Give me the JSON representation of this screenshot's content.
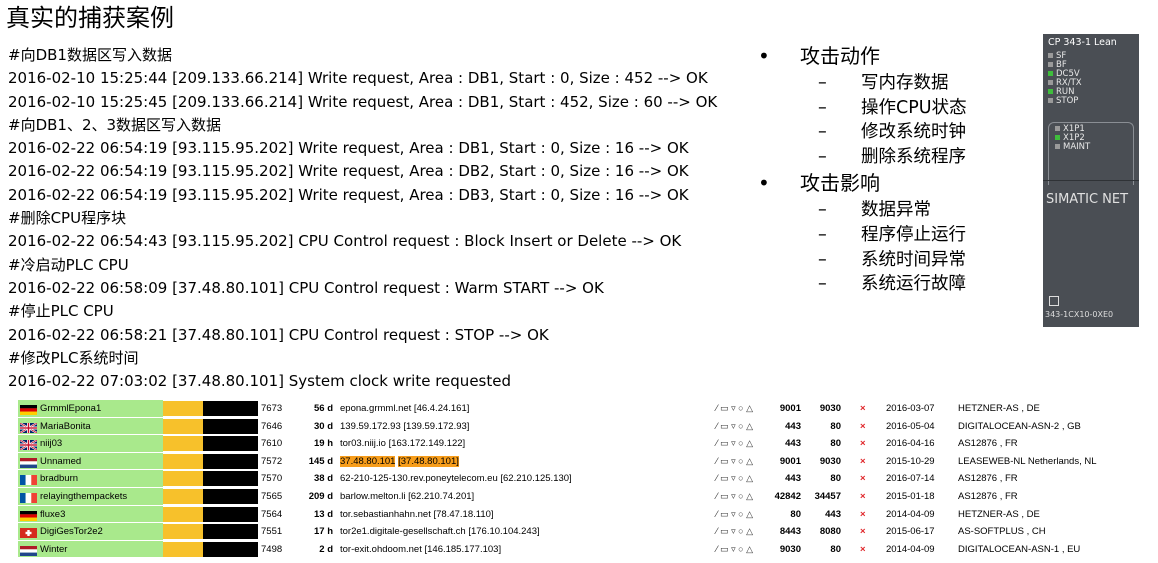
{
  "title": "真实的捕获案例",
  "log_lines": [
    "#向DB1数据区写入数据",
    "2016-02-10 15:25:44 [209.133.66.214] Write request, Area : DB1, Start : 0, Size : 452 --> OK",
    "2016-02-10 15:25:45 [209.133.66.214] Write request, Area : DB1, Start : 452, Size : 60 --> OK",
    "#向DB1、2、3数据区写入数据",
    "2016-02-22 06:54:19 [93.115.95.202] Write request, Area : DB1, Start : 0, Size : 16 --> OK",
    "2016-02-22 06:54:19 [93.115.95.202] Write request, Area : DB2, Start : 0, Size : 16 --> OK",
    "2016-02-22 06:54:19 [93.115.95.202] Write request, Area : DB3, Start : 0, Size : 16 --> OK",
    "#删除CPU程序块",
    "2016-02-22 06:54:43 [93.115.95.202] CPU Control request : Block Insert or Delete --> OK",
    "#冷启动PLC CPU",
    "2016-02-22 06:58:09 [37.48.80.101] CPU Control request : Warm START --> OK",
    "#停止PLC CPU",
    "2016-02-22 06:58:21 [37.48.80.101] CPU Control request : STOP --> OK",
    "#修改PLC系统时间",
    "2016-02-22 07:03:02 [37.48.80.101] System clock write requested"
  ],
  "bullets": {
    "attack_actions": {
      "heading": "攻击动作",
      "items": [
        "写内存数据",
        "操作CPU状态",
        "修改系统时钟",
        "删除系统程序"
      ]
    },
    "attack_impact": {
      "heading": "攻击影响",
      "items": [
        "数据异常",
        "程序停止运行",
        "系统时间异常",
        "系统运行故障"
      ]
    },
    "bullet_char": "•",
    "dash_char": "–"
  },
  "device": {
    "model": "CP 343-1 Lean",
    "leds": [
      {
        "label": "SF",
        "color": "#9a9a9a"
      },
      {
        "label": "BF",
        "color": "#9a9a9a"
      },
      {
        "label": "DC5V",
        "color": "#3fbe3c"
      },
      {
        "label": "RX/TX",
        "color": "#9a9a9a"
      },
      {
        "label": "RUN",
        "color": "#3fbe3c"
      },
      {
        "label": "STOP",
        "color": "#9a9a9a"
      }
    ],
    "ports": [
      {
        "label": "X1P1",
        "color": "#9a9a9a"
      },
      {
        "label": "X1P2",
        "color": "#3fbe3c"
      },
      {
        "label": "MAINT",
        "color": "#9a9a9a"
      }
    ],
    "brand": "SIMATIC NET",
    "serial": "343-1CX10-0XE0"
  },
  "relay_table": {
    "x_mark": "×",
    "status_icons": "⁄ ▭ ▿ ○ △",
    "rows": [
      {
        "name": "GrmmlEpona1",
        "flag": "de",
        "bandwidth": "7673",
        "uptime": "56 d",
        "host": "epona.grmml.net [46.4.24.161]",
        "or_port": "9001",
        "dir_port": "9030",
        "first_seen": "2016-03-07",
        "as_country": "HETZNER-AS , DE",
        "highlight": false
      },
      {
        "name": "MariaBonita",
        "flag": "gb",
        "bandwidth": "7646",
        "uptime": "30 d",
        "host": "139.59.172.93 [139.59.172.93]",
        "or_port": "443",
        "dir_port": "80",
        "first_seen": "2016-05-04",
        "as_country": "DIGITALOCEAN-ASN-2 , GB",
        "highlight": false
      },
      {
        "name": "niij03",
        "flag": "gb",
        "bandwidth": "7610",
        "uptime": "19 h",
        "host": "tor03.niij.io [163.172.149.122]",
        "or_port": "443",
        "dir_port": "80",
        "first_seen": "2016-04-16",
        "as_country": "AS12876 , FR",
        "highlight": false
      },
      {
        "name": "Unnamed",
        "flag": "nl",
        "bandwidth": "7572",
        "uptime": "145 d",
        "host": "",
        "host_hl_a": "37.48.80.101",
        "host_hl_b": "[37.48.80.101]",
        "or_port": "9001",
        "dir_port": "9030",
        "first_seen": "2015-10-29",
        "as_country": "LEASEWEB-NL Netherlands, NL",
        "highlight": true
      },
      {
        "name": "bradburn",
        "flag": "fr",
        "bandwidth": "7570",
        "uptime": "38 d",
        "host": "62-210-125-130.rev.poneytelecom.eu [62.210.125.130]",
        "or_port": "443",
        "dir_port": "80",
        "first_seen": "2016-07-14",
        "as_country": "AS12876 , FR",
        "highlight": false
      },
      {
        "name": "relayingthempackets",
        "flag": "fr",
        "bandwidth": "7565",
        "uptime": "209 d",
        "host": "barlow.melton.li [62.210.74.201]",
        "or_port": "42842",
        "dir_port": "34457",
        "first_seen": "2015-01-18",
        "as_country": "AS12876 , FR",
        "highlight": false
      },
      {
        "name": "fluxe3",
        "flag": "de",
        "bandwidth": "7564",
        "uptime": "13 d",
        "host": "tor.sebastianhahn.net [78.47.18.110]",
        "or_port": "80",
        "dir_port": "443",
        "first_seen": "2014-04-09",
        "as_country": "HETZNER-AS , DE",
        "highlight": false
      },
      {
        "name": "DigiGesTor2e2",
        "flag": "ch",
        "bandwidth": "7551",
        "uptime": "17 h",
        "host": "tor2e1.digitale-gesellschaft.ch [176.10.104.243]",
        "or_port": "8443",
        "dir_port": "8080",
        "first_seen": "2015-06-17",
        "as_country": "AS-SOFTPLUS , CH",
        "highlight": false
      },
      {
        "name": "Winter",
        "flag": "nl",
        "bandwidth": "7498",
        "uptime": "2 d",
        "host": "tor-exit.ohdoom.net [146.185.177.103]",
        "or_port": "9030",
        "dir_port": "80",
        "first_seen": "2014-04-09",
        "as_country": "DIGITALOCEAN-ASN-1 , EU",
        "highlight": false
      }
    ]
  }
}
